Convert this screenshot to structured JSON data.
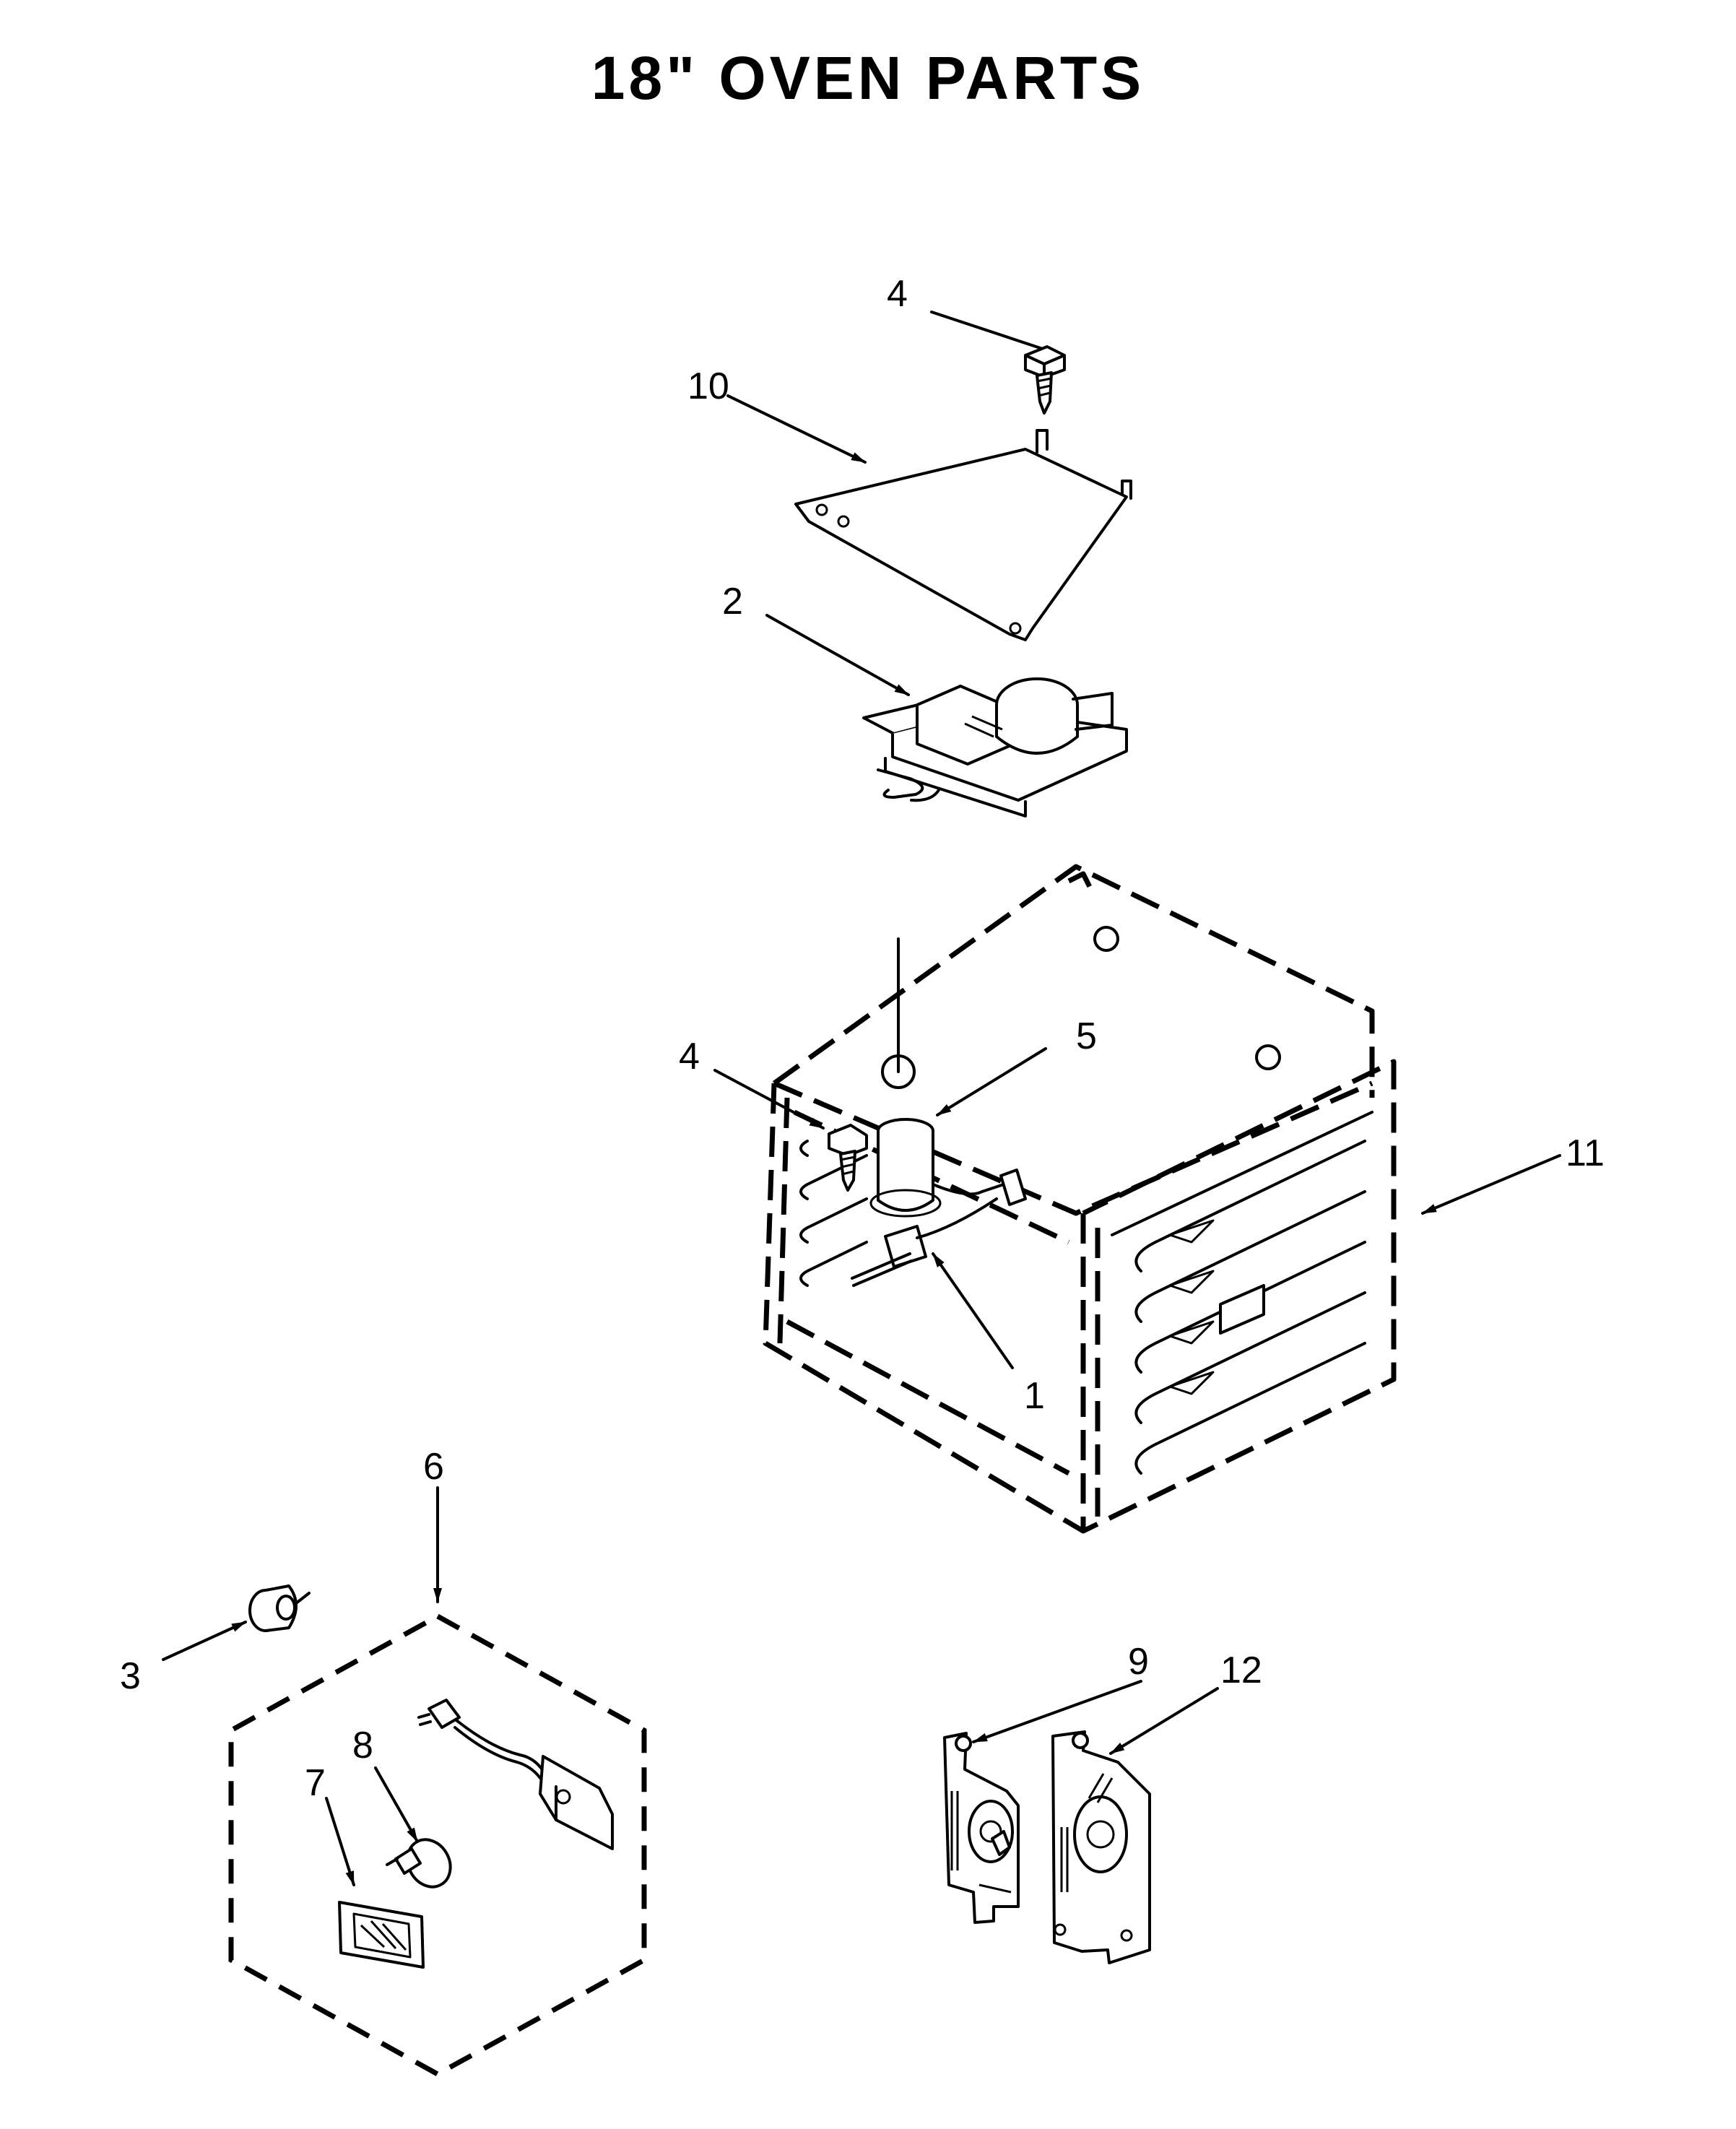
{
  "title": "18\" OVEN PARTS",
  "callouts": {
    "c1": "1",
    "c2": "2",
    "c3": "3",
    "c4a": "4",
    "c4b": "4",
    "c5": "5",
    "c6": "6",
    "c7": "7",
    "c8": "8",
    "c9": "9",
    "c10": "10",
    "c11": "11",
    "c12": "12"
  }
}
